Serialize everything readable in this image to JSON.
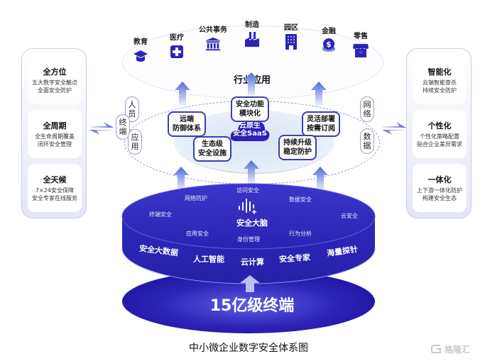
{
  "top": {
    "title": "行业应用",
    "industries": [
      {
        "label": "教育",
        "icon": "graduation-cap-icon"
      },
      {
        "label": "医疗",
        "icon": "medical-cross-icon"
      },
      {
        "label": "公共事务",
        "icon": "government-building-icon"
      },
      {
        "label": "制造",
        "icon": "factory-icon"
      },
      {
        "label": "园区",
        "icon": "office-building-icon"
      },
      {
        "label": "金融",
        "icon": "coin-dollar-icon"
      },
      {
        "label": "零售",
        "icon": "storefront-icon"
      }
    ]
  },
  "left_panel": {
    "cards": [
      {
        "title": "全方位",
        "lines": [
          "五大数字安全触点",
          "全面安全防护"
        ]
      },
      {
        "title": "全周期",
        "lines": [
          "全生命周期覆盖",
          "闭环安全管理"
        ]
      },
      {
        "title": "全天候",
        "lines": [
          "7×24安全保障",
          "安全专家在线服务"
        ]
      }
    ]
  },
  "right_panel": {
    "cards": [
      {
        "title": "智能化",
        "lines": [
          "云端智能查杀",
          "持续安全防护"
        ]
      },
      {
        "title": "个性化",
        "lines": [
          "个性化策略配置",
          "贴合企业差异需求"
        ]
      },
      {
        "title": "一体化",
        "lines": [
          "上下游一体化防护",
          "构建安全生态"
        ]
      }
    ]
  },
  "middle": {
    "center": [
      "云原生",
      "安全SaaS"
    ],
    "boxes": [
      {
        "lines": [
          "安全功能",
          "模块化"
        ]
      },
      {
        "lines": [
          "远端",
          "防御体系"
        ]
      },
      {
        "lines": [
          "生态级",
          "安全设施"
        ]
      },
      {
        "lines": [
          "灵活部署",
          "按需订阅"
        ]
      },
      {
        "lines": [
          "持续升级",
          "稳定防护"
        ]
      }
    ],
    "touchpoints_left": [
      "人员",
      "终端",
      "应用"
    ],
    "touchpoints_right": [
      "网络",
      "数据"
    ]
  },
  "disc": {
    "brain_title": "安全大脑",
    "brain_icon": "signal-bars-icon",
    "capabilities": [
      "访问安全",
      "网络防护",
      "数据安全",
      "终端安全",
      "云安全",
      "应用安全",
      "行为分析",
      "身份管理"
    ],
    "band": [
      "安全大数据",
      "人工智能",
      "云计算",
      "安全专家",
      "海量探针"
    ],
    "base": "15亿级终端"
  },
  "caption": "中小微企业数字安全体系图",
  "watermark": "格隆汇",
  "colors": {
    "primary": "#2a22b5",
    "deep": "#1f1aa0",
    "arrow": "#5c78e0",
    "icon": "#2b24b8"
  }
}
